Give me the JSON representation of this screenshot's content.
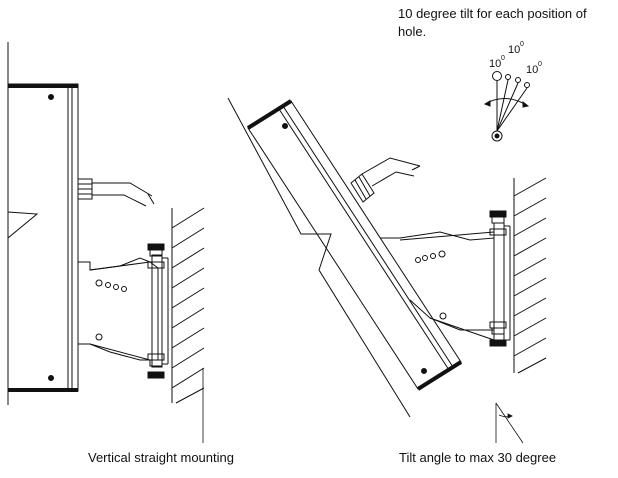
{
  "annotations": {
    "tilt_note_line1": "10 degree tilt for each position of",
    "tilt_note_line2": "hole.",
    "deg_left": "10",
    "deg_mid": "10",
    "deg_right": "10",
    "deg_symbol": "0"
  },
  "captions": {
    "vertical": "Vertical straight mounting",
    "tilted": "Tilt angle to max 30 degree"
  }
}
